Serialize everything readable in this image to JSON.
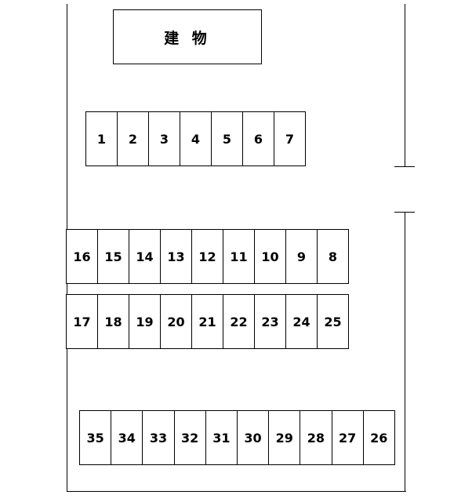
{
  "building": {
    "label": "建 物"
  },
  "rows": {
    "r1": [
      "1",
      "2",
      "3",
      "4",
      "5",
      "6",
      "7"
    ],
    "r2": [
      "16",
      "15",
      "14",
      "13",
      "12",
      "11",
      "10",
      "9",
      "8"
    ],
    "r3": [
      "17",
      "18",
      "19",
      "20",
      "21",
      "22",
      "23",
      "24",
      "25"
    ],
    "r4": [
      "35",
      "34",
      "33",
      "32",
      "31",
      "30",
      "29",
      "28",
      "27",
      "26"
    ]
  }
}
